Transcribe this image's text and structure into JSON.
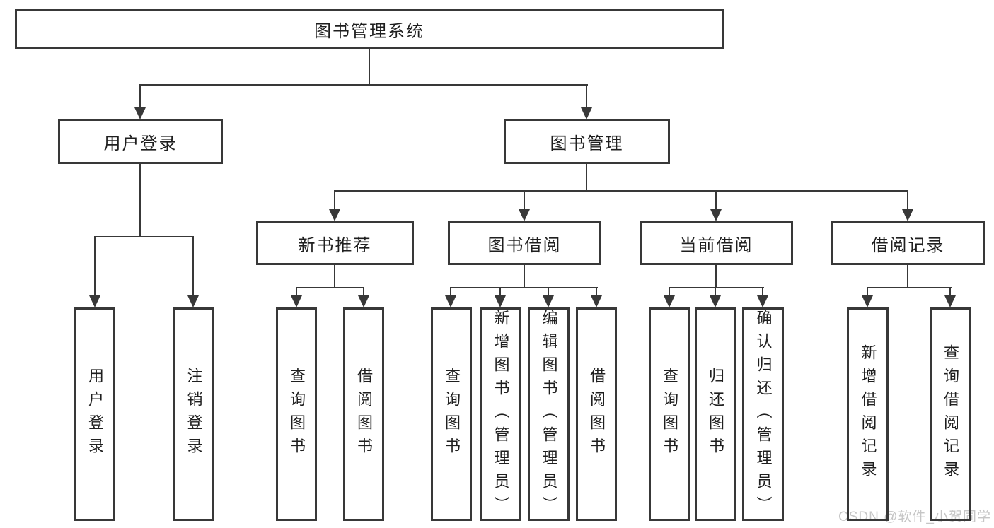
{
  "diagram": {
    "root": "图书管理系统",
    "branches": [
      {
        "label": "用户登录",
        "children": [
          "用户登录",
          "注销登录"
        ]
      },
      {
        "label": "图书管理",
        "sections": [
          {
            "label": "新书推荐",
            "children": [
              "查询图书",
              "借阅图书"
            ]
          },
          {
            "label": "图书借阅",
            "children": [
              "查询图书",
              "新增图书（管理员）",
              "编辑图书（管理员）",
              "借阅图书"
            ]
          },
          {
            "label": "当前借阅",
            "children": [
              "查询图书",
              "归还图书",
              "确认归还（管理员）"
            ]
          },
          {
            "label": "借阅记录",
            "children": [
              "新增借阅记录",
              "查询借阅记录"
            ]
          }
        ]
      }
    ]
  },
  "watermark": "CSDN @软件_小贺同学",
  "colors": {
    "line": "#383838",
    "text": "#1f1f1f",
    "watermark": "#c6c6c6",
    "background": "#ffffff"
  }
}
